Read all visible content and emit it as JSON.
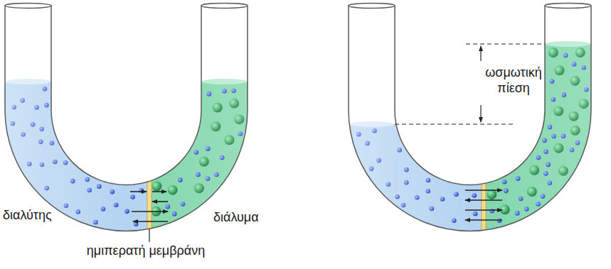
{
  "diagram": {
    "labels": [
      "διαλύτης",
      "διάλυμα",
      "ημιπερατή μεμβράνη",
      "ωσμωτική πίεση"
    ]
  }
}
